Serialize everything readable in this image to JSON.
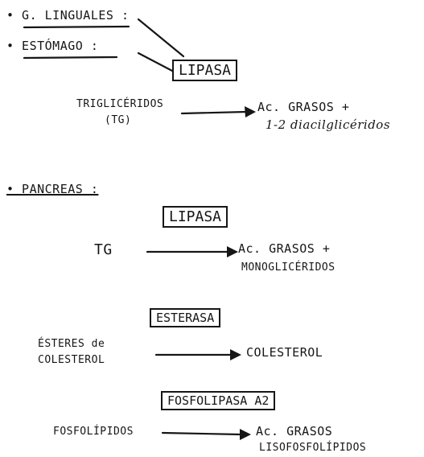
{
  "section1": {
    "item1": "• G. LINGUALES :",
    "item2": "• ESTÓMAGO :",
    "enzyme": "LIPASA",
    "reactant": "TRIGLICÉRIDOS",
    "reactant_abbr": "(TG)",
    "product_line1": "Ac. GRASOS +",
    "product_line2": "1-2 diacilglicéridos"
  },
  "section2": {
    "heading": "• PANCREAS :",
    "lipasa": {
      "enzyme": "LIPASA",
      "reactant": "TG",
      "product_line1": "Ac. GRASOS +",
      "product_line2": "MONOGLICÉRIDOS"
    },
    "esterasa": {
      "enzyme": "ESTERASA",
      "reactant_line1": "ÉSTERES de",
      "reactant_line2": "COLESTEROL",
      "product": "COLESTEROL"
    },
    "fosfolipasa": {
      "enzyme": "FOSFOLIPASA A2",
      "reactant": "FOSFOLÍPIDOS",
      "product_line1": "Ac. GRASOS",
      "product_line2": "LISOFOSFOLÍPIDOS"
    }
  },
  "colors": {
    "ink": "#161616",
    "paper": "#ffffff"
  }
}
